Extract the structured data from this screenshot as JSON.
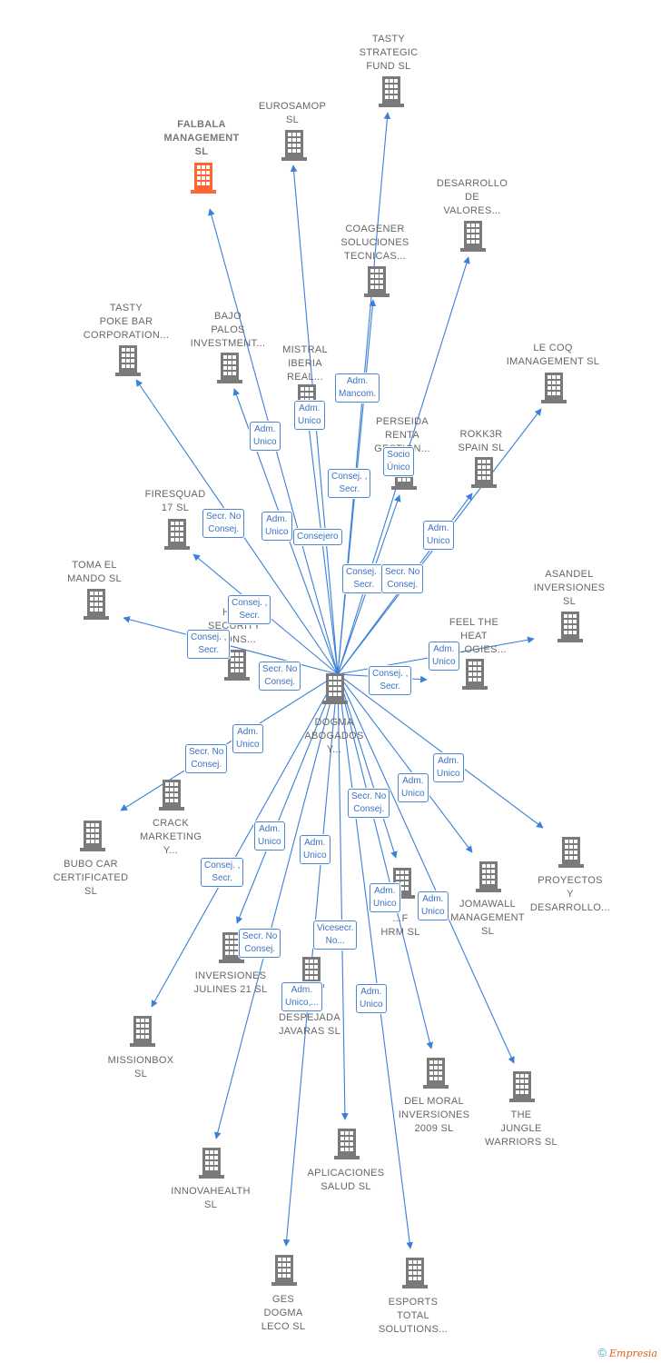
{
  "colors": {
    "edge": "#3a7fd8",
    "node": "#7a7a7a",
    "highlight": "#ff6633"
  },
  "center": {
    "label": "DOGMA\nABOGADOS\nY...",
    "icon": "building-icon"
  },
  "nodes": [
    {
      "id": "falbala",
      "label": "FALBALA\nMANAGEMENT\nSL",
      "highlight": true
    },
    {
      "id": "tasty-strategic",
      "label": "TASTY\nSTRATEGIC\nFUND SL"
    },
    {
      "id": "eurosamop",
      "label": "EUROSAMOP\nSL"
    },
    {
      "id": "desarrollo-valores",
      "label": "DESARROLLO\nDE\nVALORES..."
    },
    {
      "id": "coagener",
      "label": "COAGENER\nSOLUCIONES\nTECNICAS..."
    },
    {
      "id": "tasty-poke",
      "label": "TASTY\nPOKE BAR\nCORPORATION..."
    },
    {
      "id": "bajo-palos",
      "label": "BAJO\nPALOS\nINVESTMENT..."
    },
    {
      "id": "mistral",
      "label": "MISTRAL\nIBERIA\nREAL..."
    },
    {
      "id": "le-coq",
      "label": "LE COQ\nIMANAGEMENT SL"
    },
    {
      "id": "perseida",
      "label": "PERSEIDA\nRENTA\nGESTION..."
    },
    {
      "id": "rokk3r",
      "label": "ROKK3R\nSPAIN SL"
    },
    {
      "id": "firesquad",
      "label": "FIRESQUAD\n17 SL"
    },
    {
      "id": "toma-el-mando",
      "label": "TOMA EL\nMANDO SL"
    },
    {
      "id": "asandel",
      "label": "ASANDEL\nINVERSIONES\nSL"
    },
    {
      "id": "he-security",
      "label": "HE...\nSECURITY\n...IONS..."
    },
    {
      "id": "feel-the-heat",
      "label": "FEEL THE\nHEAT\n...OLOGIES..."
    },
    {
      "id": "crack-marketing",
      "label": "CRACK\nMARKETING\nY..."
    },
    {
      "id": "bubo-car",
      "label": "BUBO CAR\nCERTIFICATED\nSL"
    },
    {
      "id": "proyectos",
      "label": "PROYECTOS\nY\nDESARROLLO..."
    },
    {
      "id": "jomawall",
      "label": "JOMAWALL\nMANAGEMENT\nSL"
    },
    {
      "id": "hrm",
      "label": "...F\nHRM SL"
    },
    {
      "id": "inversiones-julines",
      "label": "INVERSIONES\nJULINES 21 SL"
    },
    {
      "id": "despejada",
      "label": "DESPEJADA\nJAVARAS SL"
    },
    {
      "id": "missionbox",
      "label": "MISSIONBOX\nSL"
    },
    {
      "id": "del-moral",
      "label": "DEL MORAL\nINVERSIONES\n2009 SL"
    },
    {
      "id": "the-jungle",
      "label": "THE\nJUNGLE\nWARRIORS SL"
    },
    {
      "id": "innovahealth",
      "label": "INNOVAHEALTH\nSL"
    },
    {
      "id": "aplicaciones",
      "label": "APLICACIONES\nSALUD SL"
    },
    {
      "id": "ges-dogma",
      "label": "GES\nDOGMA\nLECO SL"
    },
    {
      "id": "esports",
      "label": "ESPORTS\nTOTAL\nSOLUTIONS..."
    }
  ],
  "edge_labels": [
    "Adm.\nUnico",
    "Adm.\nUnico",
    "Adm.\nMancom.",
    "Socio\nÚnico",
    "Consej. ,\nSecr.",
    "Secr. No\nConsej.",
    "Adm.\nUnico",
    "Consejero",
    "Adm.\nUnico",
    "Consej. ,\nSecr.",
    "Secr. No\nConsej.",
    "Consej. ,\nSecr.",
    "Consej. ,\nSecr.",
    "Secr. No\nConsej.",
    "Adm.\nUnico",
    "Consej. ,\nSecr.",
    "Adm.\nUnico",
    "Secr. No\nConsej.",
    "Adm.\nUnico",
    "Adm.\nUnico",
    "Secr. No\nConsej.",
    "Adm.\nUnico",
    "Adm.\nUnico",
    "Consej. ,\nSecr.",
    "Adm.\nUnico",
    "Adm.\nUnico",
    "Secr. No\nConsej.",
    "Vicesecr.\nNo...",
    "Adm.\nUnico,...",
    "Adm.\nUnico"
  ],
  "footer": {
    "copyright": "©",
    "brand": "Empresia"
  }
}
